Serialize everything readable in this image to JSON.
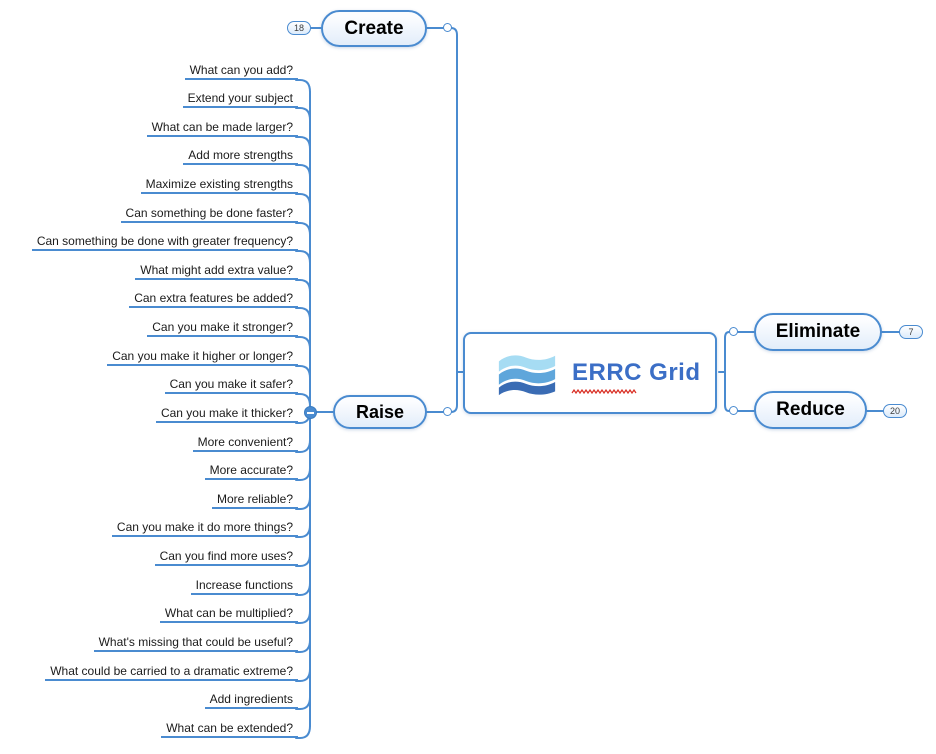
{
  "app": {
    "line_color": "#4a8bd0",
    "background_color": "#ffffff"
  },
  "central_topic": {
    "title": "ERRC Grid",
    "title_color": "#3b6ec6",
    "spellcheck_underline_color": "#d93025",
    "logo_icon": "waves-logo-icon",
    "logo_colors": [
      "#a6dcf3",
      "#5fa6db",
      "#3a6cb4"
    ]
  },
  "branches": {
    "create": {
      "label": "Create",
      "badge": "18"
    },
    "eliminate": {
      "label": "Eliminate",
      "badge": "7"
    },
    "reduce": {
      "label": "Reduce",
      "badge": "20"
    },
    "raise": {
      "label": "Raise",
      "collapse_icon": "minus-icon",
      "children": [
        "What can you add?",
        "Extend your subject",
        "What can be made larger?",
        "Add more strengths",
        "Maximize existing strengths",
        "Can something be done faster?",
        "Can something be done with greater frequency?",
        "What might add extra value?",
        "Can extra features be added?",
        "Can you make it stronger?",
        "Can you make it higher or longer?",
        "Can you make it safer?",
        "Can you make it thicker?",
        "More convenient?",
        "More accurate?",
        "More reliable?",
        "Can you make it do more things?",
        "Can you find more uses?",
        "Increase functions",
        "What can be multiplied?",
        "What's missing that could be useful?",
        "What could be carried to a dramatic extreme?",
        "Add ingredients",
        "What can be extended?"
      ]
    }
  },
  "icons": {
    "central_logo": "waves-logo-icon",
    "raise_collapse": "minus-icon",
    "branch_connection": "circle-handle-icon"
  }
}
